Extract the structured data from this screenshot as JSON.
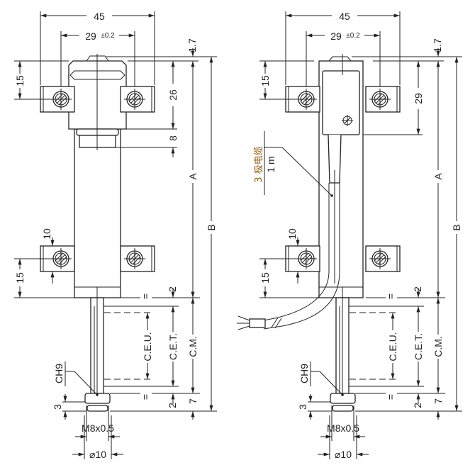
{
  "dims": {
    "width_45": "45",
    "hole_29": "29",
    "tolerance": "±0.2",
    "top_1_7": "1.7",
    "flange_15": "15",
    "cap_26": "26",
    "connector_8": "8",
    "length_a": "A",
    "length_b": "B",
    "flange_10": "10",
    "gap_2": "2",
    "equal_sign": "=",
    "ceu": "C.E.U.",
    "cet": "C.E.T.",
    "cm": "C.M.",
    "end_7": "7",
    "wrench_ch9": "CH9",
    "nut_3": "3",
    "thread": "M8x0.5",
    "diameter": "⌀10"
  },
  "right_view": {
    "cap_29": "29",
    "cable_label": "3 极电缆",
    "cable_length": "1 m"
  },
  "colors": {
    "line": "#222222",
    "cable_label": "#8a5a10"
  }
}
